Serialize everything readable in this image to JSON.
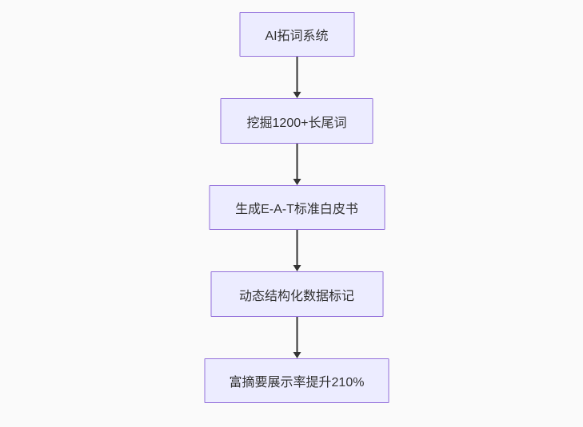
{
  "diagram": {
    "type": "flowchart",
    "direction": "top-down",
    "nodes": [
      {
        "id": "n1",
        "label": "AI拓词系统"
      },
      {
        "id": "n2",
        "label": "挖掘1200+长尾词"
      },
      {
        "id": "n3",
        "label": "生成E-A-T标准白皮书"
      },
      {
        "id": "n4",
        "label": "动态结构化数据标记"
      },
      {
        "id": "n5",
        "label": "富摘要展示率提升210%"
      }
    ],
    "edges": [
      {
        "from": "n1",
        "to": "n2"
      },
      {
        "from": "n2",
        "to": "n3"
      },
      {
        "from": "n3",
        "to": "n4"
      },
      {
        "from": "n4",
        "to": "n5"
      }
    ],
    "colors": {
      "background": "#fafafa",
      "node_fill": "#ececff",
      "node_border": "#9370db",
      "arrow": "#333333",
      "text": "#333333"
    }
  }
}
